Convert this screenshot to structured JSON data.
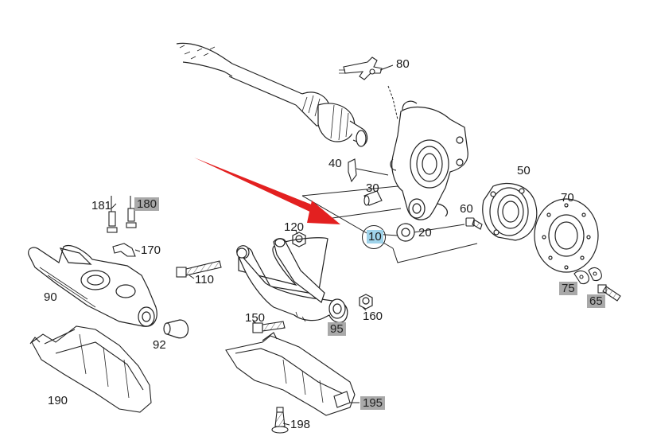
{
  "labels": {
    "l10": "10",
    "l20": "20",
    "l30": "30",
    "l40": "40",
    "l50": "50",
    "l60": "60",
    "l65": "65",
    "l70": "70",
    "l75": "75",
    "l80": "80",
    "l90": "90",
    "l92": "92",
    "l95": "95",
    "l110": "110",
    "l120": "120",
    "l150": "150",
    "l160": "160",
    "l170": "170",
    "l180": "180",
    "l181": "181",
    "l190": "190",
    "l195": "195",
    "l198": "198"
  },
  "colors": {
    "arrow": "#e32020",
    "highlight_selected": "#9fd3ea",
    "highlight_grey": "#a9a9a9",
    "line": "#222222"
  }
}
